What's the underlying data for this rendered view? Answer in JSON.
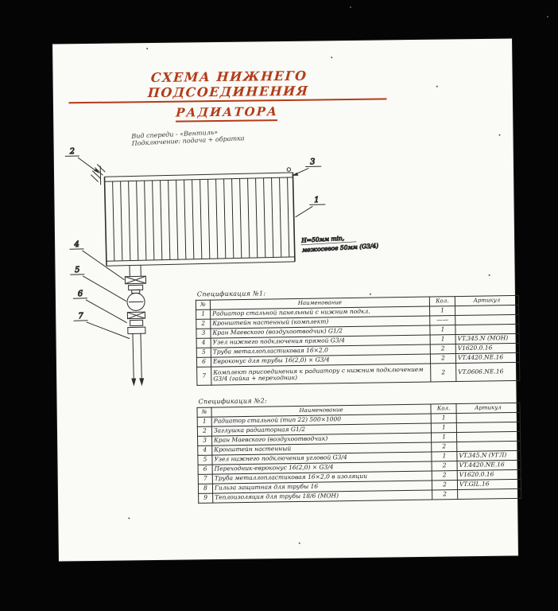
{
  "title": {
    "line1": "СХЕМА НИЖНЕГО ПОДСОЕДИНЕНИЯ",
    "line2": "РАДИАТОРА"
  },
  "subtitle": {
    "line1": "Вид спереди - «Вентиль»",
    "line2": "Подключение: подача + обратка"
  },
  "drawing": {
    "callout1": "1",
    "callout2": "2",
    "callout3": "3",
    "callout4": "4",
    "callout5": "5",
    "callout6": "6",
    "callout7": "7",
    "note_line1": "H=50мм min,",
    "note_line2": "межосевое 50мм (G3/4)"
  },
  "colors": {
    "title_accent": "#b23c18",
    "ink": "#2b2b2b",
    "paper": "#fafaf7"
  },
  "table1": {
    "caption": "Спецификация №1:",
    "headers": {
      "pos": "№",
      "name": "Наименование",
      "qty": "Кол.",
      "art": "Артикул"
    },
    "rows": [
      {
        "pos": "1",
        "name": "Радиатор стальной панельный с нижним подкл.",
        "qty": "1",
        "art": ""
      },
      {
        "pos": "2",
        "name": "Кронштейн настенный (комплект)",
        "qty": "——",
        "art": ""
      },
      {
        "pos": "3",
        "name": "Кран Маевского (воздухоотводчик) G1/2",
        "qty": "1",
        "art": ""
      },
      {
        "pos": "4",
        "name": "Узел нижнего подключения прямой G3/4",
        "qty": "1",
        "art": "VT.345.N (МОН)"
      },
      {
        "pos": "5",
        "name": "Труба металлопластиковая 16×2,0",
        "qty": "2",
        "art": "V1620.0.16"
      },
      {
        "pos": "6",
        "name": "Евроконус для трубы 16(2,0) × G3/4",
        "qty": "2",
        "art": "VT.4420.NE.16"
      },
      {
        "pos": "7",
        "name": "Комплект присоединения к радиатору с нижним подключением G3/4 (гайка + переходник)",
        "qty": "2",
        "art": "VT.0606.NE.16"
      }
    ]
  },
  "table2": {
    "caption": "Спецификация №2:",
    "headers": {
      "pos": "№",
      "name": "Наименование",
      "qty": "Кол.",
      "art": "Артикул"
    },
    "rows": [
      {
        "pos": "1",
        "name": "Радиатор стальной (тип 22) 500×1000",
        "qty": "1",
        "art": ""
      },
      {
        "pos": "2",
        "name": "Заглушка радиаторная G1/2",
        "qty": "1",
        "art": ""
      },
      {
        "pos": "3",
        "name": "Кран Маевского (воздухоотводчик)",
        "qty": "1",
        "art": ""
      },
      {
        "pos": "4",
        "name": "Кронштейн настенный",
        "qty": "2",
        "art": ""
      },
      {
        "pos": "5",
        "name": "Узел нижнего подключения угловой G3/4",
        "qty": "1",
        "art": "VT.345.N (УГЛ)"
      },
      {
        "pos": "6",
        "name": "Переходник-евроконус 16(2,0) × G3/4",
        "qty": "2",
        "art": "VT.4420.NE.16"
      },
      {
        "pos": "7",
        "name": "Труба металлопластиковая 16×2,0 в изоляции",
        "qty": "2",
        "art": "V1620.0.16"
      },
      {
        "pos": "8",
        "name": "Гильза защитная для трубы 16",
        "qty": "2",
        "art": "VT.GIL.16"
      },
      {
        "pos": "9",
        "name": "Теплоизоляция для трубы 18/6 (МОН)",
        "qty": "2",
        "art": ""
      }
    ]
  }
}
